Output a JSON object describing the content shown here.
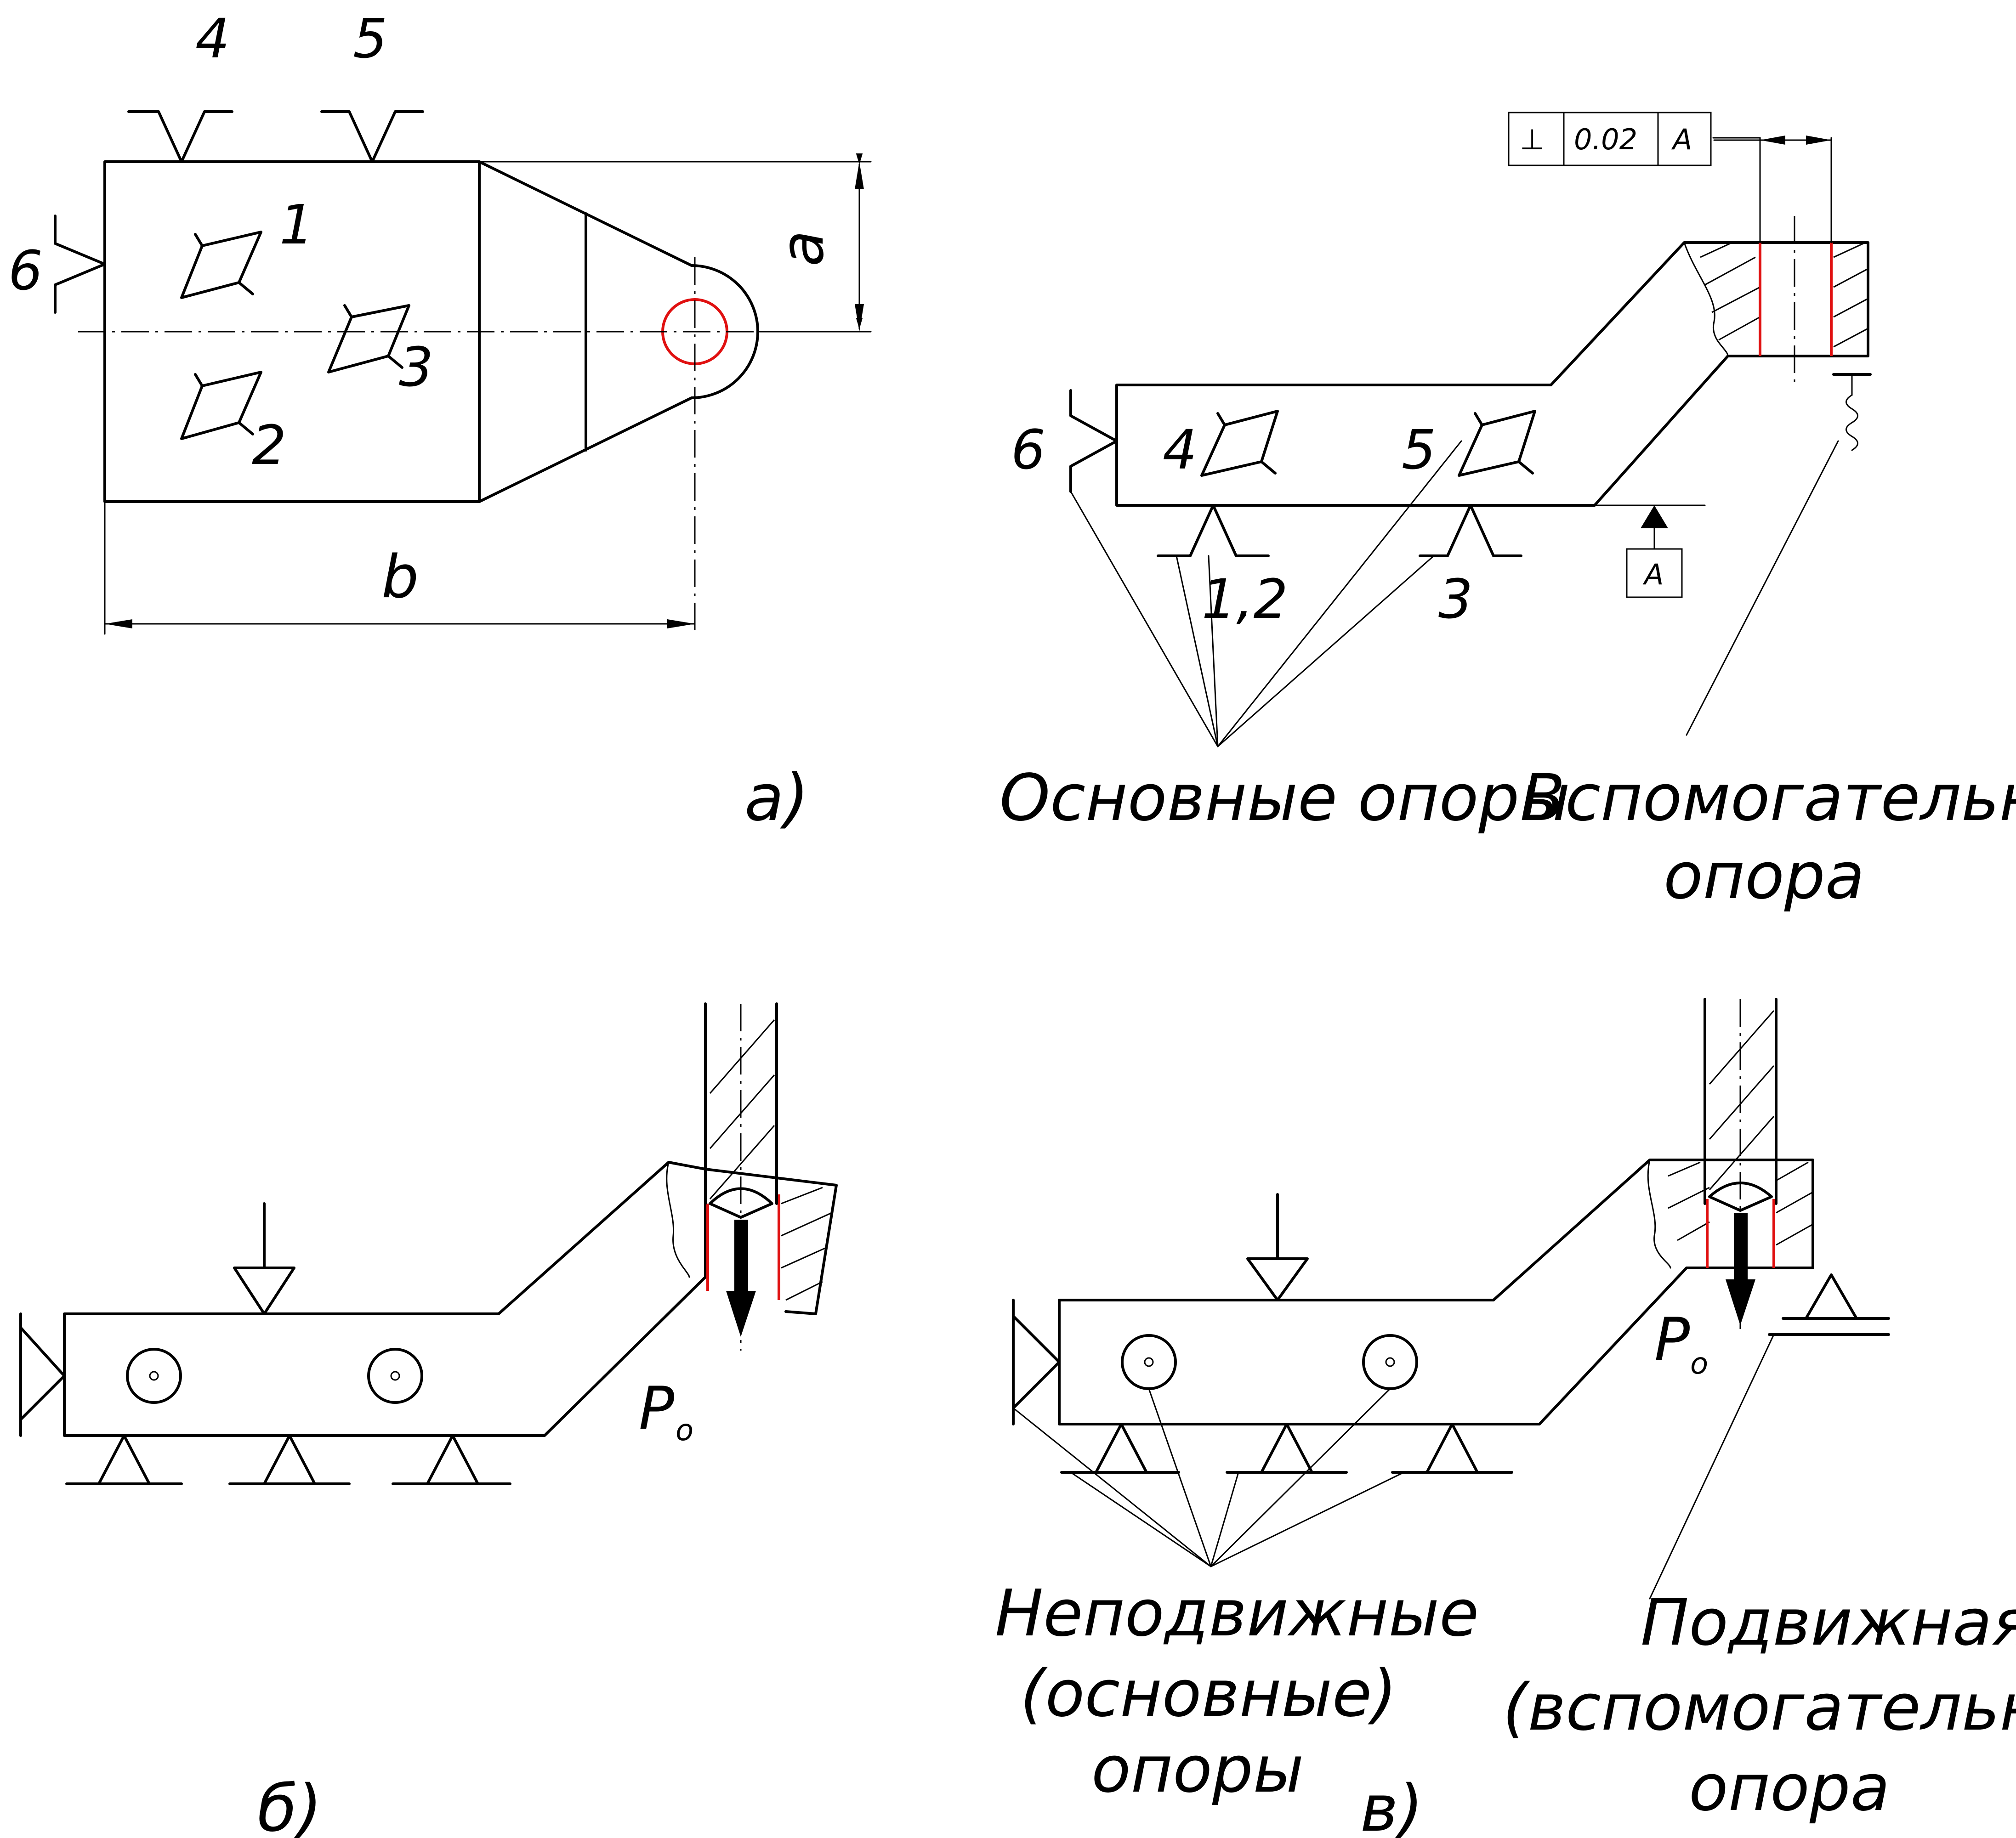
{
  "panels": {
    "a": {
      "label": "а)"
    },
    "b": {
      "label": "б)"
    },
    "v": {
      "label": "в)"
    }
  },
  "view_a": {
    "support_numbers": [
      "1",
      "2",
      "3",
      "4",
      "5",
      "6"
    ],
    "dim_a": "a",
    "dim_b": "b"
  },
  "view_a2": {
    "support_numbers": [
      "4",
      "5",
      "6",
      "1,2",
      "3"
    ],
    "tolerance_frame": {
      "symbol": "⊥",
      "value": "0.02",
      "datum": "A"
    },
    "datum_box": "A",
    "caption_main_supports": "Основные опоры",
    "caption_aux_line1": "Вспомогательная",
    "caption_aux_line2": "опора"
  },
  "view_b": {
    "force": "P",
    "force_sub": "o"
  },
  "view_v": {
    "force": "P",
    "force_sub": "o",
    "caption_fixed_line1": "Неподвижные",
    "caption_fixed_line2": "(основные)",
    "caption_fixed_line3": "опоры",
    "caption_mobile_line1": "Подвижная",
    "caption_mobile_line2": "(вспомогательная)",
    "caption_mobile_line3": "опора"
  },
  "colors": {
    "line": "#000000",
    "highlight": "#e01010"
  }
}
